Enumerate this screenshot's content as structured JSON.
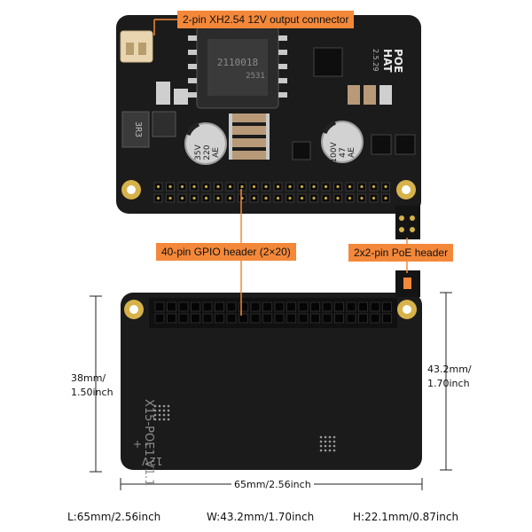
{
  "callouts": {
    "connector": "2-pin XH2.54 12V output connector",
    "gpio": "40-pin GPIO header (2×20)",
    "poe": "2x2-pin PoE header"
  },
  "top_board": {
    "badge_line1": "POE",
    "badge_line2": "HAT",
    "badge_line3": "2.5.29",
    "transformer_code1": "2110018",
    "transformer_code2": "2531",
    "capacitor_left": [
      "35V",
      "220",
      "AE"
    ],
    "capacitor_right": [
      "100V",
      "47",
      "AE"
    ],
    "inductor_mark": "3R3"
  },
  "bottom_board": {
    "model": "X15-POE1 V1.1",
    "voltage": "12V",
    "plus": "+",
    "minus": "-"
  },
  "dimensions": {
    "height_left": [
      "38mm/",
      "1.50inch"
    ],
    "height_right": [
      "43.2mm/",
      "1.70inch"
    ],
    "width": "65mm/2.56inch"
  },
  "footer": {
    "length": "L:65mm/2.56inch",
    "width": "W:43.2mm/1.70inch",
    "height": "H:22.1mm/0.87inch"
  },
  "colors": {
    "callout": "#f4883a",
    "board": "#1b1b1b",
    "gold": "#d6b24a"
  }
}
